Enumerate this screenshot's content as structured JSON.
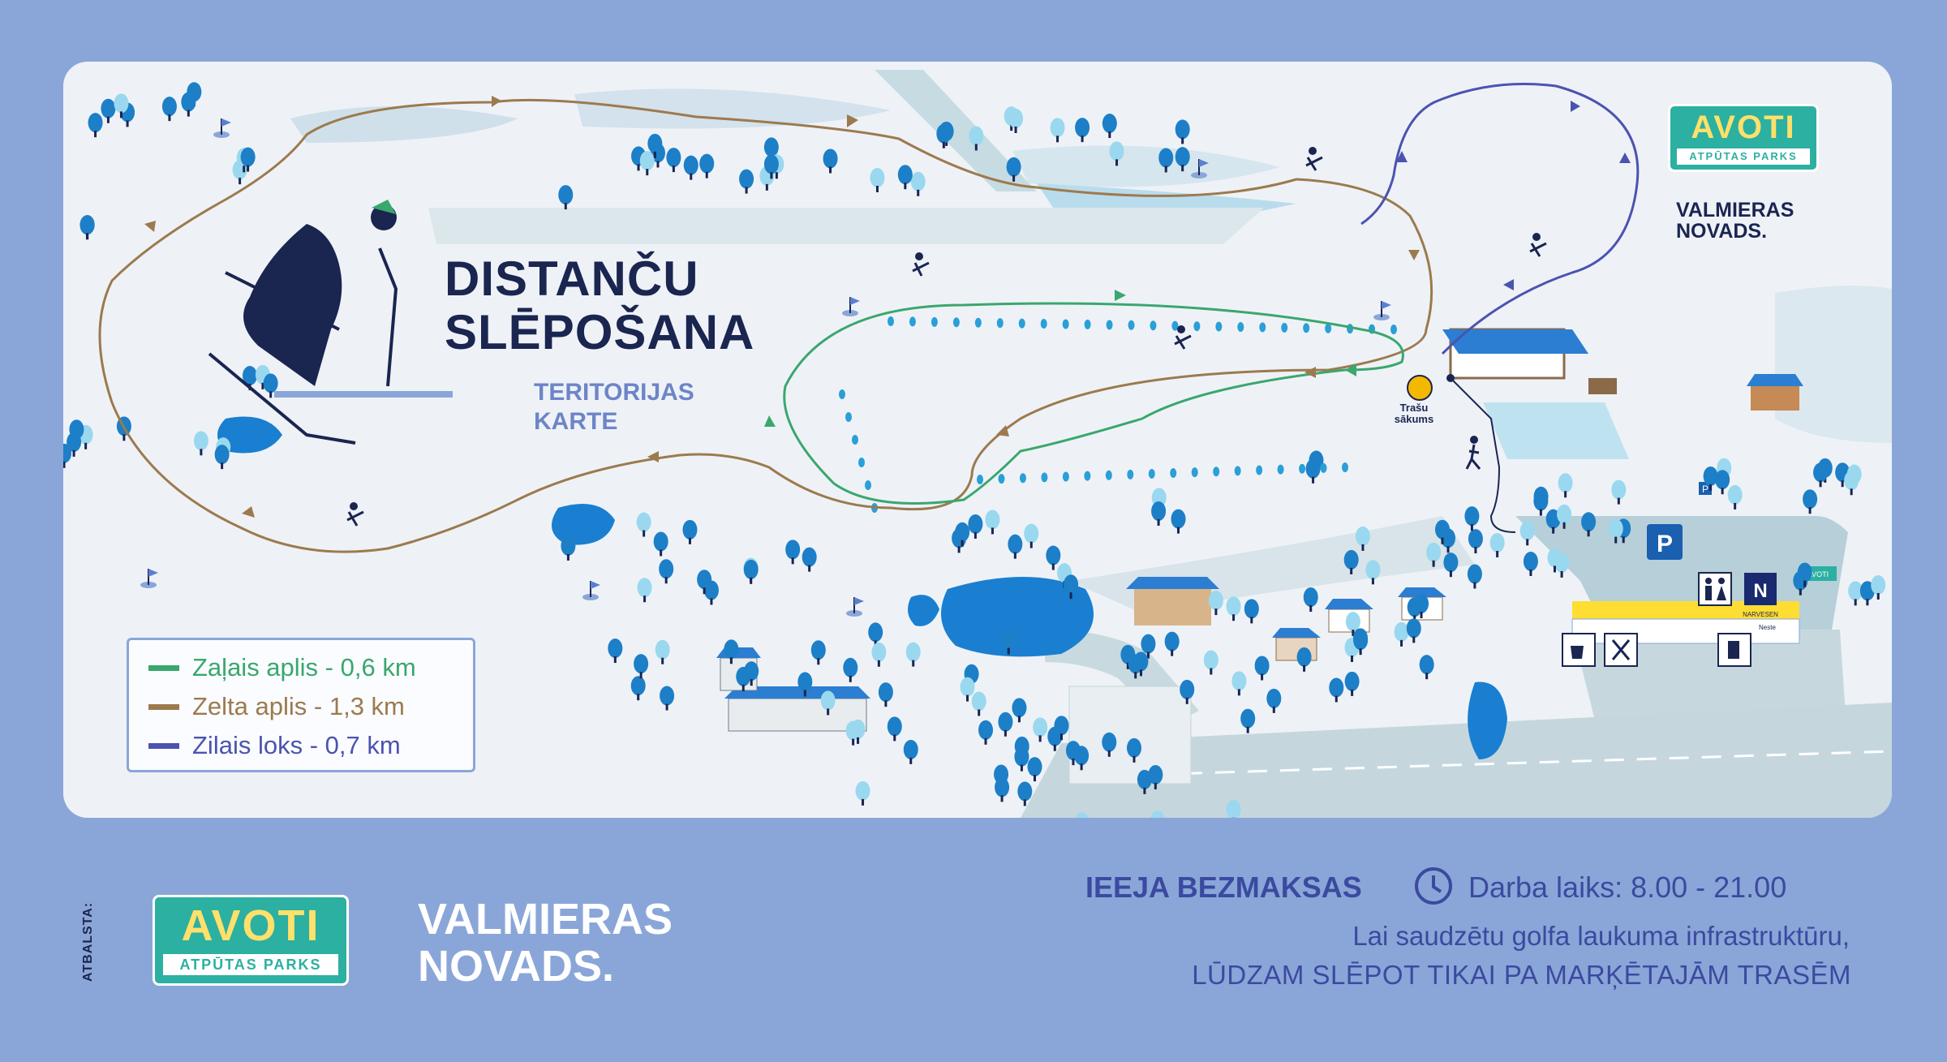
{
  "map": {
    "title_line1": "DISTANČU",
    "title_line2": "SLĒPOŠANA",
    "subtitle_line1": "TERITORIJAS",
    "subtitle_line2": "KARTE",
    "start_label_line1": "Trašu",
    "start_label_line2": "sākums",
    "parking_label": "P",
    "shop_label": "NARVESEN",
    "gas_label": "Neste",
    "small_sign": "AVOTI",
    "colors": {
      "green_route": "#3aa76d",
      "gold_route": "#9c7a4e",
      "blue_route": "#4b53b0",
      "water": "#1a7fd0",
      "tree": "#1d7fc7",
      "road": "#cfdde3",
      "start_marker": "#f5b800"
    }
  },
  "legend": {
    "items": [
      {
        "label": "Zaļais aplis - 0,6 km",
        "color": "#3aa76d"
      },
      {
        "label": "Zelta aplis - 1,3 km",
        "color": "#9c7a4e"
      },
      {
        "label": "Zilais loks - 0,7 km",
        "color": "#4b53b0"
      }
    ]
  },
  "logo_map": {
    "name": "AVOTI",
    "tagline": "ATPŪTAS PARKS",
    "novads_line1": "VALMIERAS",
    "novads_line2": "NOVADS."
  },
  "footer": {
    "atbalsta": "ATBALSTA:",
    "logo_name": "AVOTI",
    "logo_tagline": "ATPŪTAS PARKS",
    "novads_line1": "VALMIERAS",
    "novads_line2": "NOVADS.",
    "entry": "IEEJA BEZMAKSAS",
    "hours": "Darba laiks: 8.00 - 21.00",
    "notice_line1": "Lai saudzētu golfa laukuma infrastruktūru,",
    "notice_line2": "LŪDZAM SLĒPOT TIKAI PA MARĶĒTAJĀM TRASĒM",
    "icons": [
      "clock-icon"
    ]
  }
}
